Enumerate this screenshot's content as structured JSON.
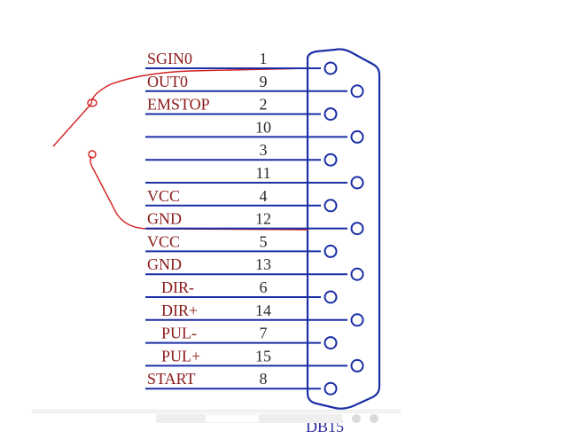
{
  "connector": {
    "title": "DB15",
    "colors": {
      "wire": "#1b2fa6",
      "signal_text": "#8b1a1a",
      "hand_drawn": "#d21f1f"
    },
    "rows": [
      {
        "signal": "SGIN0",
        "pin": "1"
      },
      {
        "signal": "OUT0",
        "pin": "9"
      },
      {
        "signal": "EMSTOP",
        "pin": "2"
      },
      {
        "signal": "",
        "pin": "10"
      },
      {
        "signal": "",
        "pin": "3"
      },
      {
        "signal": "",
        "pin": "11"
      },
      {
        "signal": "VCC",
        "pin": "4"
      },
      {
        "signal": "GND",
        "pin": "12"
      },
      {
        "signal": "VCC",
        "pin": "5"
      },
      {
        "signal": "GND",
        "pin": "13"
      },
      {
        "signal": "DIR-",
        "pin": "6"
      },
      {
        "signal": "DIR+",
        "pin": "14"
      },
      {
        "signal": "PUL-",
        "pin": "7"
      },
      {
        "signal": "PUL+",
        "pin": "15"
      },
      {
        "signal": "START",
        "pin": "8"
      }
    ]
  }
}
